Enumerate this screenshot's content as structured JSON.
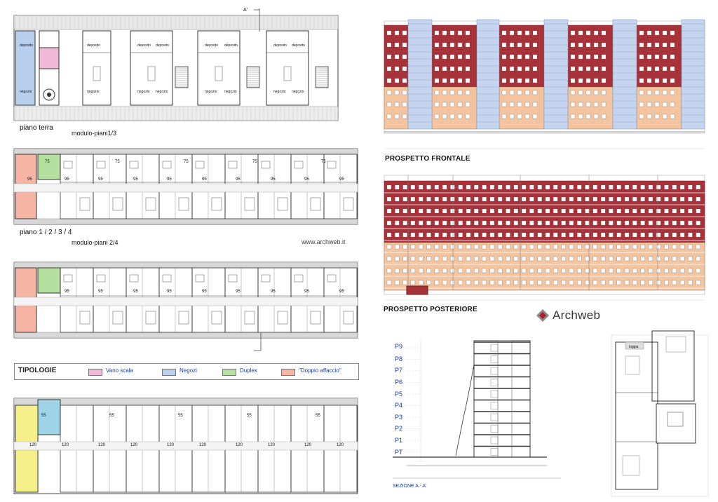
{
  "plans": {
    "ground_label": "piano terra",
    "ground_module": "modulo-piani1/3",
    "upper_label": "piano  1 / 2 / 3 / 4",
    "upper_module": "modulo-piani 2/4",
    "room_deposito": "deposito",
    "room_negozio": "negozio",
    "num_95": "95",
    "num_75": "75",
    "num_55": "55",
    "num_120": "120",
    "loggia": "loggia",
    "section_marker": "A'"
  },
  "watermark": "www.archweb.it",
  "legend": {
    "title": "TIPOLOGIE",
    "items": [
      {
        "label": "Vano scala",
        "color": "#f2b8d8"
      },
      {
        "label": "Negozi",
        "color": "#b8cfee"
      },
      {
        "label": "Duplex",
        "color": "#b5e0a0"
      },
      {
        "label": "\"Doppio affaccio\"",
        "color": "#f6b4a4"
      }
    ]
  },
  "elevations": {
    "front_title": "PROSPETTO FRONTALE",
    "rear_title": "PROSPETTO POSTERIORE",
    "brick_color": "#a8323a",
    "render_color": "#f2c4a0",
    "glass_color": "#c5d4ee"
  },
  "logo": {
    "text": "Archweb"
  },
  "section": {
    "floors": [
      "P9",
      "P8",
      "P7",
      "P6",
      "P5",
      "P4",
      "P3",
      "P2",
      "P1",
      "PT"
    ],
    "caption": "SEZIONE A - A'"
  }
}
